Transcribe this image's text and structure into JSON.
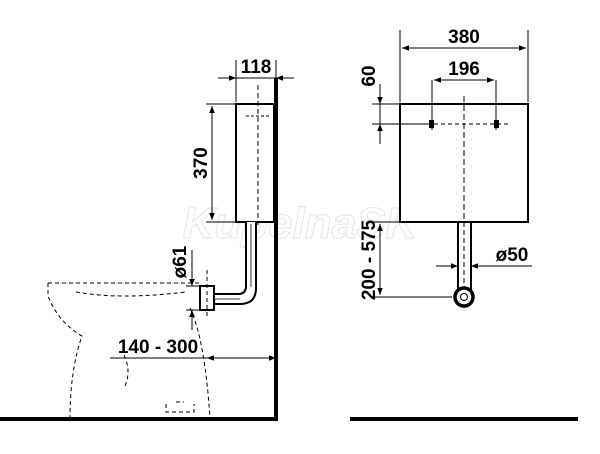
{
  "watermark": "KupelnaSK",
  "side_view": {
    "dim_width_top": "118",
    "dim_height": "370",
    "dim_pipe_diameter": "ø61",
    "dim_wall_distance": "140 - 300"
  },
  "front_view": {
    "dim_total_width": "380",
    "dim_hole_spacing": "196",
    "dim_hole_offset": "60",
    "dim_pipe_diameter": "ø50",
    "dim_height_range": "200 - 575"
  }
}
